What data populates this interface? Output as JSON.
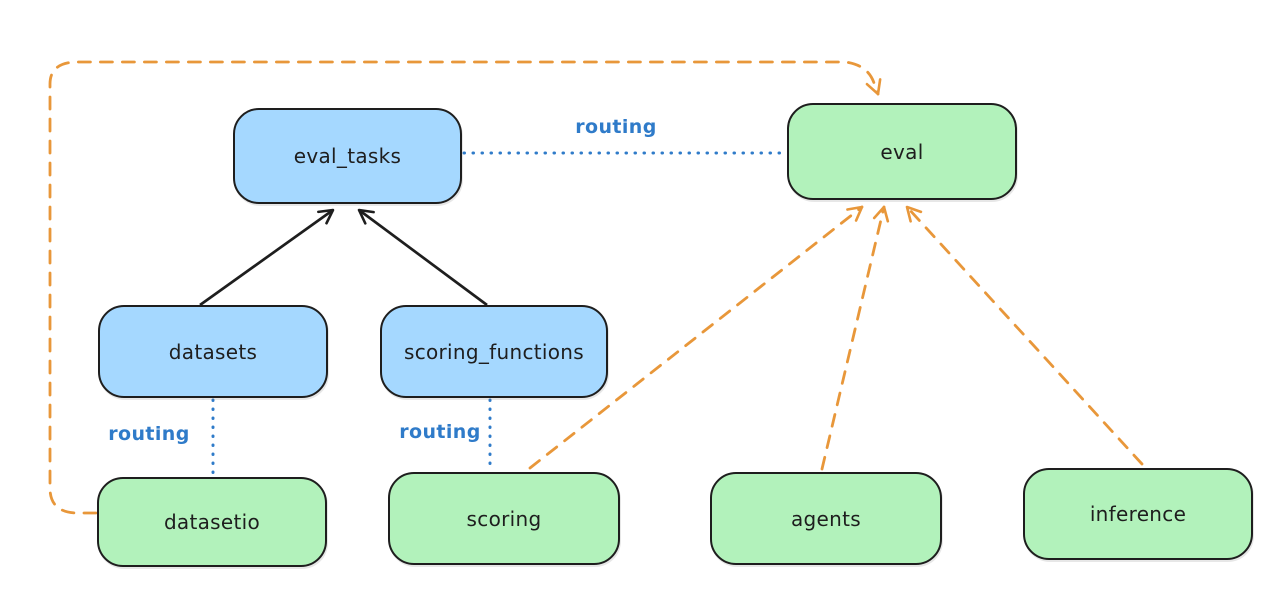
{
  "diagram": {
    "type": "architecture-diagram",
    "background": "#ffffff",
    "colors": {
      "ink": "#1e1e1e",
      "registry_fill": "#a5d8ff",
      "provider_fill": "#b2f2bb",
      "routing_blue": "#2f7bc9",
      "arrow_orange": "#e8973a"
    },
    "nodes": {
      "eval_tasks": {
        "label": "eval_tasks",
        "kind": "registry"
      },
      "datasets": {
        "label": "datasets",
        "kind": "registry"
      },
      "scoring_functions": {
        "label": "scoring_functions",
        "kind": "registry"
      },
      "eval": {
        "label": "eval",
        "kind": "provider"
      },
      "datasetio": {
        "label": "datasetio",
        "kind": "provider"
      },
      "scoring": {
        "label": "scoring",
        "kind": "provider"
      },
      "agents": {
        "label": "agents",
        "kind": "provider"
      },
      "inference": {
        "label": "inference",
        "kind": "provider"
      }
    },
    "edge_labels": {
      "eval_tasks_eval": "routing",
      "datasets_datasetio": "routing",
      "scoring_functions_scoring": "routing"
    },
    "edges": [
      {
        "from": "datasets",
        "to": "eval_tasks",
        "style": "solid",
        "color": "ink",
        "arrowhead": true
      },
      {
        "from": "scoring_functions",
        "to": "eval_tasks",
        "style": "solid",
        "color": "ink",
        "arrowhead": true
      },
      {
        "from": "eval_tasks",
        "to": "eval",
        "style": "dotted",
        "color": "routing_blue",
        "label": "routing",
        "arrowhead": false
      },
      {
        "from": "datasets",
        "to": "datasetio",
        "style": "dotted",
        "color": "routing_blue",
        "label": "routing",
        "arrowhead": false
      },
      {
        "from": "scoring_functions",
        "to": "scoring",
        "style": "dotted",
        "color": "routing_blue",
        "label": "routing",
        "arrowhead": false
      },
      {
        "from": "datasetio",
        "to": "eval",
        "style": "dashed",
        "color": "arrow_orange",
        "arrowhead": true,
        "route": "left-side-over-top"
      },
      {
        "from": "scoring",
        "to": "eval",
        "style": "dashed",
        "color": "arrow_orange",
        "arrowhead": true
      },
      {
        "from": "agents",
        "to": "eval",
        "style": "dashed",
        "color": "arrow_orange",
        "arrowhead": true
      },
      {
        "from": "inference",
        "to": "eval",
        "style": "dashed",
        "color": "arrow_orange",
        "arrowhead": true
      }
    ]
  }
}
